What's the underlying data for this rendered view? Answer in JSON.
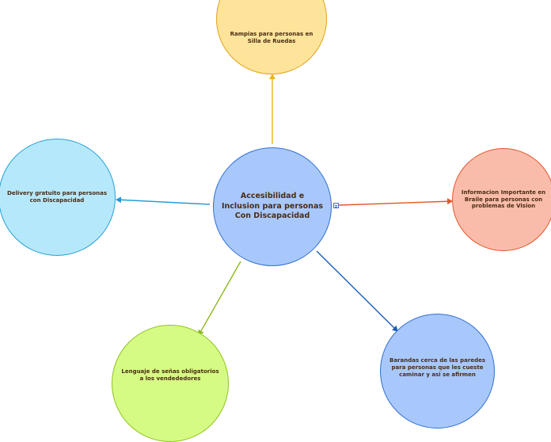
{
  "central_topic": "Accesibilidad e Inclusion para personas Con Discapacidad",
  "topics": {
    "top": "Rampias para personas en Silla de Ruedas",
    "left": "Delivery gratuito para personas con Discapacidad",
    "right": "Informacion Importante en Braile para personas con problemas de Vision",
    "bottom_left": "Lenguaje de señas obligatorios a los vendededores",
    "bottom_right": "Barandas cerca de las paredes para personas que les cueste caminar y asi se afirmen"
  },
  "connector_colors": {
    "top": "#e8b51f",
    "left": "#1f9ad6",
    "right": "#e0582c",
    "bottom_left": "#8cb81c",
    "bottom_right": "#1a5db8"
  },
  "icons": {
    "note": "note-icon"
  }
}
